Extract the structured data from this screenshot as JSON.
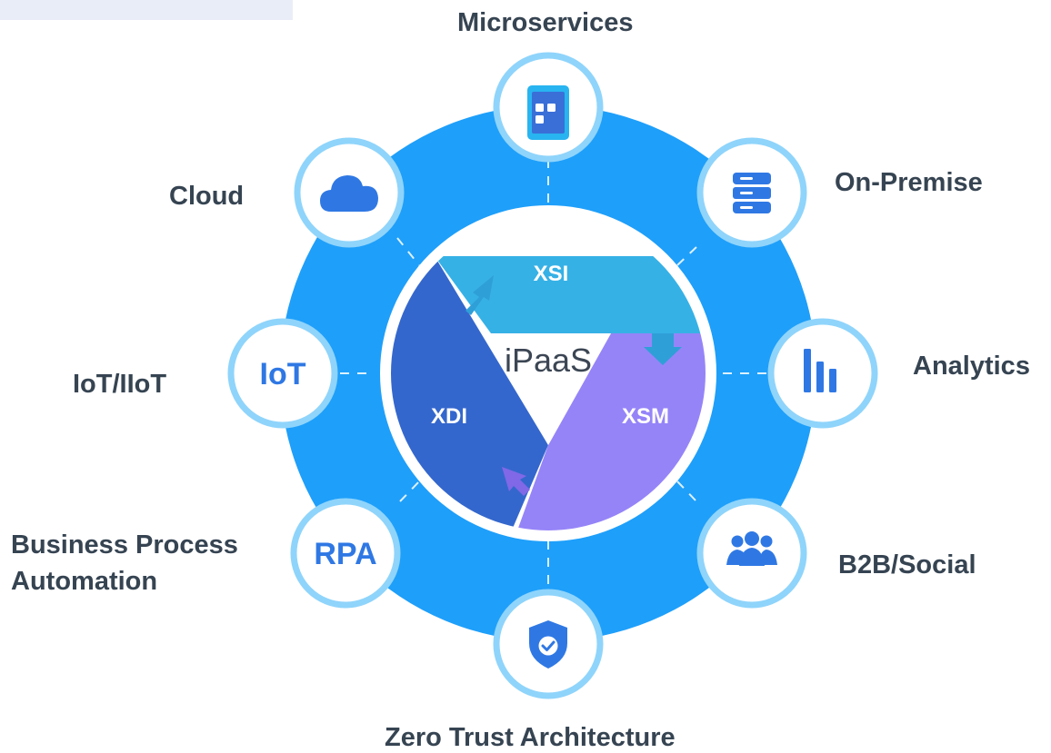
{
  "center": {
    "label": "iPaaS"
  },
  "segments": {
    "xsi": "XSI",
    "xdi": "XDI",
    "xsm": "XSM"
  },
  "nodes": {
    "microservices": {
      "label": "Microservices",
      "icon": "tablet-app-icon"
    },
    "on_premise": {
      "label": "On-Premise",
      "icon": "database-icon"
    },
    "analytics": {
      "label": "Analytics",
      "icon": "bar-chart-icon"
    },
    "b2b_social": {
      "label": "B2B/Social",
      "icon": "people-group-icon"
    },
    "zero_trust": {
      "label": "Zero Trust Architecture",
      "icon": "shield-check-icon"
    },
    "bpa": {
      "label_line1": "Business Process",
      "label_line2": "Automation",
      "icon_text": "RPA"
    },
    "iot": {
      "label": "IoT/IIoT",
      "icon_text": "IoT"
    },
    "cloud": {
      "label": "Cloud",
      "icon": "cloud-icon"
    }
  },
  "colors": {
    "ring": "#1e9ffa",
    "node_border": "#8fd4fb",
    "icon_blue": "#2f78e4",
    "xsi": "#36b1e6",
    "xdi": "#3467cd",
    "xsm": "#9584f8",
    "label_text": "#364452"
  }
}
